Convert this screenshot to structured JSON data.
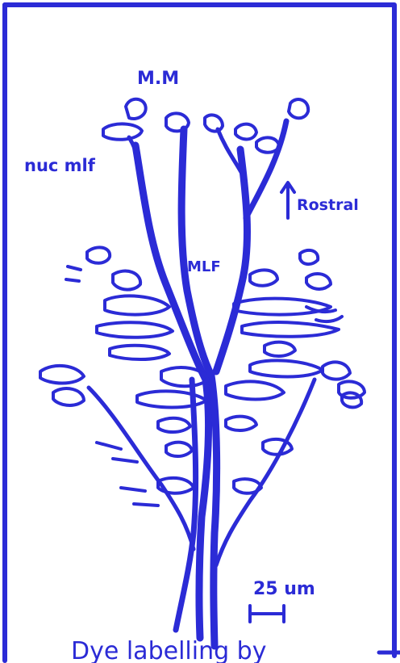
{
  "labels": {
    "mom": "M.M",
    "nuc_mlf": "nuc mlf",
    "mlf": "MLF",
    "rostral": "Rostral",
    "scale": "25 um",
    "caption": "Dye labelling by"
  },
  "colors": {
    "ink": "#2b2bd6",
    "background": "#ffffff"
  }
}
